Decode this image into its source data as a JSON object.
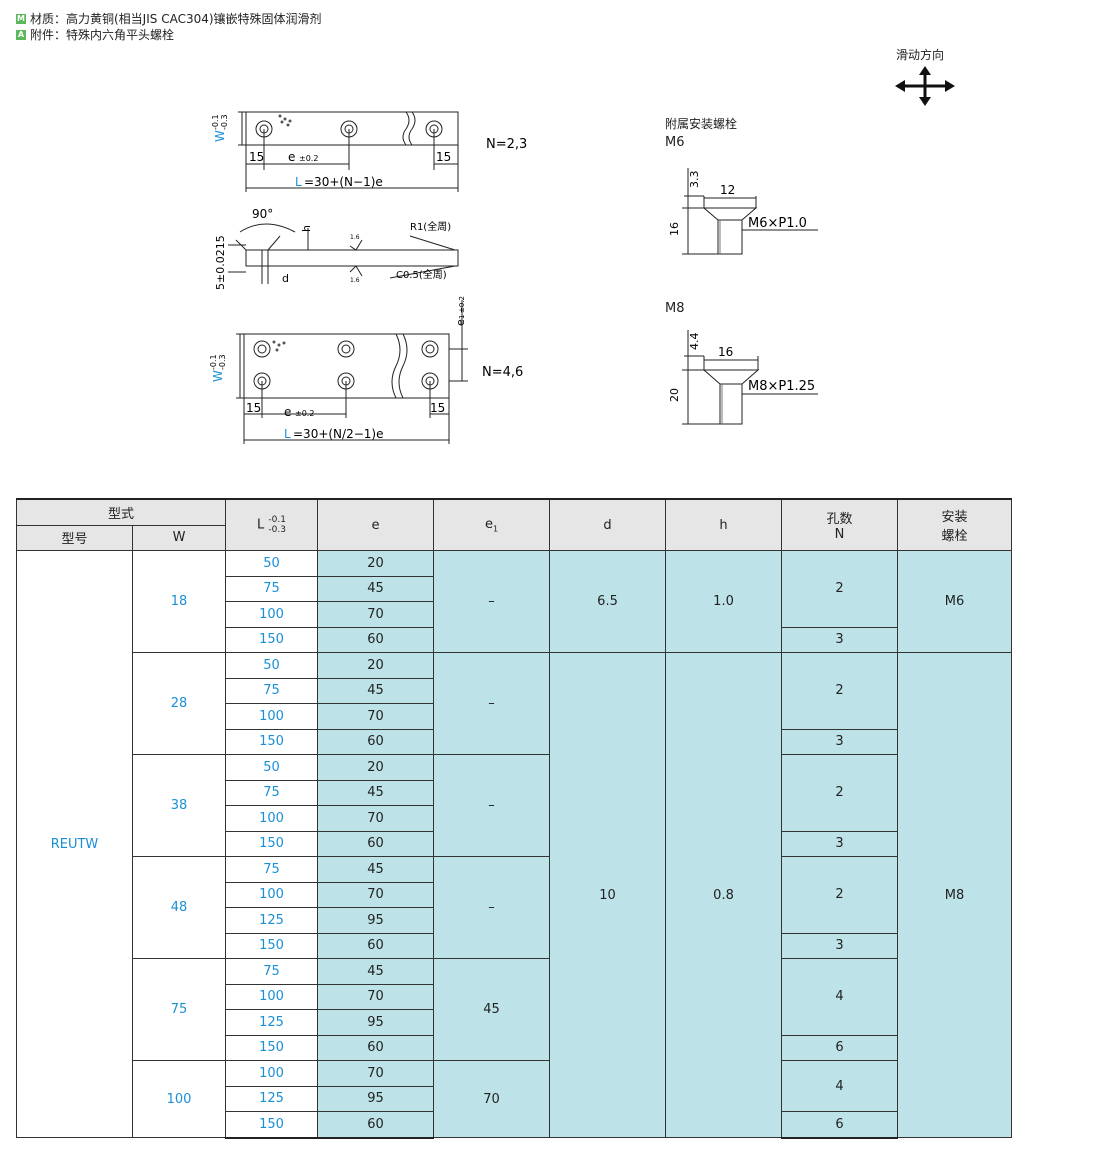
{
  "header": {
    "material_tag": "M",
    "material": "材质：高力黄铜(相当JIS  CAC304)镶嵌特殊固体润滑剂",
    "accessory_tag": "A",
    "accessory": "附件：特殊内六角平头螺栓"
  },
  "slide_direction": "滑动方向",
  "drawing": {
    "w_label": "W",
    "w_tol_top": "-0.1",
    "w_tol_bot": "-0.3",
    "dim_15": "15",
    "dim_e": "e",
    "dim_e_tol": "±0.2",
    "L_formula_1": "=30+(N−1)e",
    "L_formula_2": "=30+(N/2−1)e",
    "L": "L",
    "N_23": "N=2,3",
    "N_46": "N=4,6",
    "angle": "90°",
    "h": "h",
    "d": "d",
    "thickness": "5±0.0215",
    "r1": "R1(全周)",
    "c05": "C0.5(全周)",
    "rough": "1.6",
    "e1": "e",
    "e1_sub": "1",
    "e1_tol": "±0.2"
  },
  "bolts": {
    "title": "附属安装螺栓",
    "m6": {
      "name": "M6",
      "h1": "3.3",
      "w": "12",
      "h2": "16",
      "thread": "M6×P1.0"
    },
    "m8": {
      "name": "M8",
      "h1": "4.4",
      "w": "16",
      "h2": "20",
      "thread": "M8×P1.25"
    }
  },
  "table": {
    "h_type": "型式",
    "h_model": "型号",
    "h_w": "W",
    "h_L": "L",
    "h_L_tol1": "-0.1",
    "h_L_tol2": "-0.3",
    "h_e": "e",
    "h_e1": "e",
    "h_e1_sub": "1",
    "h_d": "d",
    "h_h": "h",
    "h_holes": "孔数",
    "h_holes_n": "N",
    "h_bolt_1": "安装",
    "h_bolt_2": "螺栓",
    "model": "REUTW",
    "groups": [
      {
        "w": "18",
        "rows": [
          [
            "50",
            "20"
          ],
          [
            "75",
            "45"
          ],
          [
            "100",
            "70"
          ],
          [
            "150",
            "60"
          ]
        ],
        "e1": "–",
        "n_a": "2",
        "n_b": "3"
      },
      {
        "w": "28",
        "rows": [
          [
            "50",
            "20"
          ],
          [
            "75",
            "45"
          ],
          [
            "100",
            "70"
          ],
          [
            "150",
            "60"
          ]
        ],
        "e1": "–",
        "n_a": "2",
        "n_b": "3"
      },
      {
        "w": "38",
        "rows": [
          [
            "50",
            "20"
          ],
          [
            "75",
            "45"
          ],
          [
            "100",
            "70"
          ],
          [
            "150",
            "60"
          ]
        ],
        "e1": "–",
        "n_a": "2",
        "n_b": "3"
      },
      {
        "w": "48",
        "rows": [
          [
            "75",
            "45"
          ],
          [
            "100",
            "70"
          ],
          [
            "125",
            "95"
          ],
          [
            "150",
            "60"
          ]
        ],
        "e1": "–",
        "n_a": "2",
        "n_b": "3"
      },
      {
        "w": "75",
        "rows": [
          [
            "75",
            "45"
          ],
          [
            "100",
            "70"
          ],
          [
            "125",
            "95"
          ],
          [
            "150",
            "60"
          ]
        ],
        "e1": "45",
        "n_a": "4",
        "n_b": "6"
      },
      {
        "w": "100",
        "rows": [
          [
            "100",
            "70"
          ],
          [
            "125",
            "95"
          ],
          [
            "150",
            "60"
          ]
        ],
        "e1": "70",
        "n_a": "4",
        "n_b": "6"
      }
    ],
    "d_small": "6.5",
    "h_small": "1.0",
    "bolt_small": "M6",
    "d_large": "10",
    "h_large": "0.8",
    "bolt_large": "M8"
  },
  "colors": {
    "accent_blue": "#1b8fd6",
    "cell_cyan": "#bde3e8",
    "tag_green": "#5cb85c"
  }
}
